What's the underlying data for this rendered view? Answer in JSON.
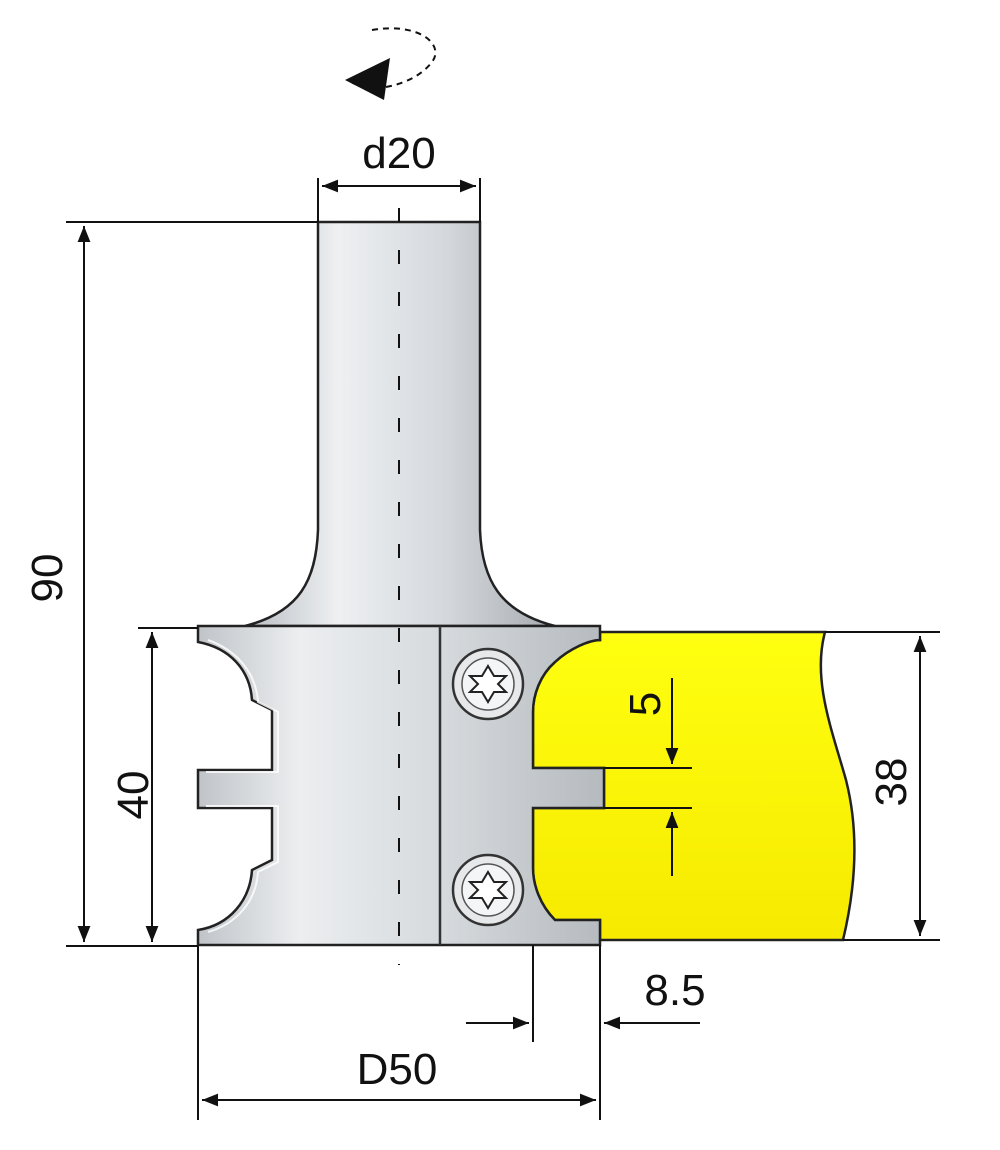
{
  "labels": {
    "shank_diameter": "d20",
    "total_length": "90",
    "cutter_height": "40",
    "cutter_diameter": "D50",
    "workpiece_thickness": "38",
    "groove_width": "5",
    "profile_depth": "8.5"
  },
  "colors": {
    "metal": "#d2d6da",
    "metal_dark": "#a9aeb3",
    "workpiece": "#ffff00",
    "workpiece_shadow": "#e0d000",
    "line": "#111111"
  },
  "icons": {
    "rotation": "rotation-arrow-icon",
    "screw": "torx-screw-icon"
  }
}
